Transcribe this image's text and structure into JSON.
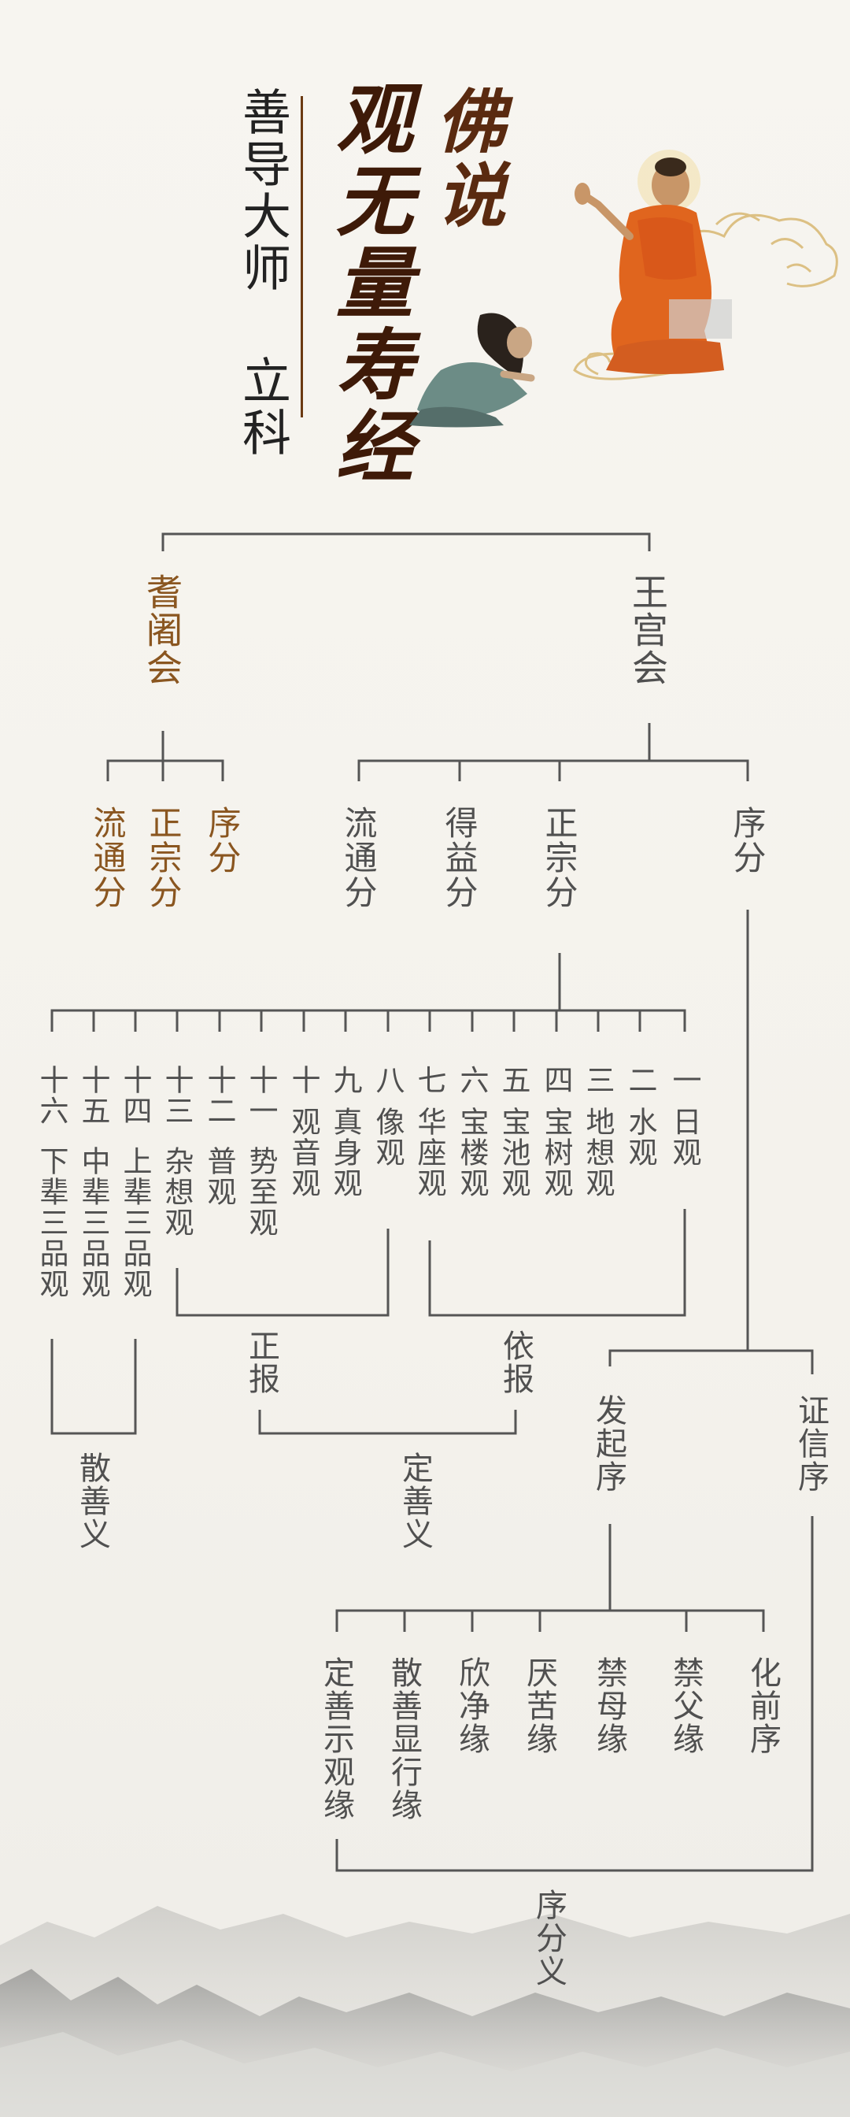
{
  "title": {
    "line1": "佛说",
    "line2": "观无量寿经",
    "author": "善导大师 立科"
  },
  "branches": {
    "qijueshan": {
      "name": "耆阇会",
      "parts": [
        "流通分",
        "正宗分",
        "序分"
      ]
    },
    "wanggong": {
      "name": "王宫会",
      "parts": [
        "流通分",
        "得益分",
        "正宗分",
        "序分"
      ]
    }
  },
  "contemplations": [
    {
      "num": "十六",
      "name": "下辈三品观"
    },
    {
      "num": "十五",
      "name": "中辈三品观"
    },
    {
      "num": "十四",
      "name": "上辈三品观"
    },
    {
      "num": "十三",
      "name": "杂想观"
    },
    {
      "num": "十二",
      "name": "普观"
    },
    {
      "num": "十一",
      "name": "势至观"
    },
    {
      "num": "十",
      "name": "观音观"
    },
    {
      "num": "九",
      "name": "真身观"
    },
    {
      "num": "八",
      "name": "像观"
    },
    {
      "num": "七",
      "name": "华座观"
    },
    {
      "num": "六",
      "name": "宝楼观"
    },
    {
      "num": "五",
      "name": "宝池观"
    },
    {
      "num": "四",
      "name": "宝树观"
    },
    {
      "num": "三",
      "name": "地想观"
    },
    {
      "num": "二",
      "name": "水观"
    },
    {
      "num": "一",
      "name": "日观"
    }
  ],
  "groups": {
    "zhengbao": "正报",
    "yibao": "依报",
    "sanshanyi": "散善义",
    "dingshanyi": "定善义"
  },
  "preface": {
    "faqixu": "发起序",
    "zhengxinxu": "证信序",
    "conditions": [
      "定善示观缘",
      "散善显行缘",
      "欣净缘",
      "厌苦缘",
      "禁母缘",
      "禁父缘",
      "化前序"
    ],
    "xufenyi": "序分义"
  }
}
